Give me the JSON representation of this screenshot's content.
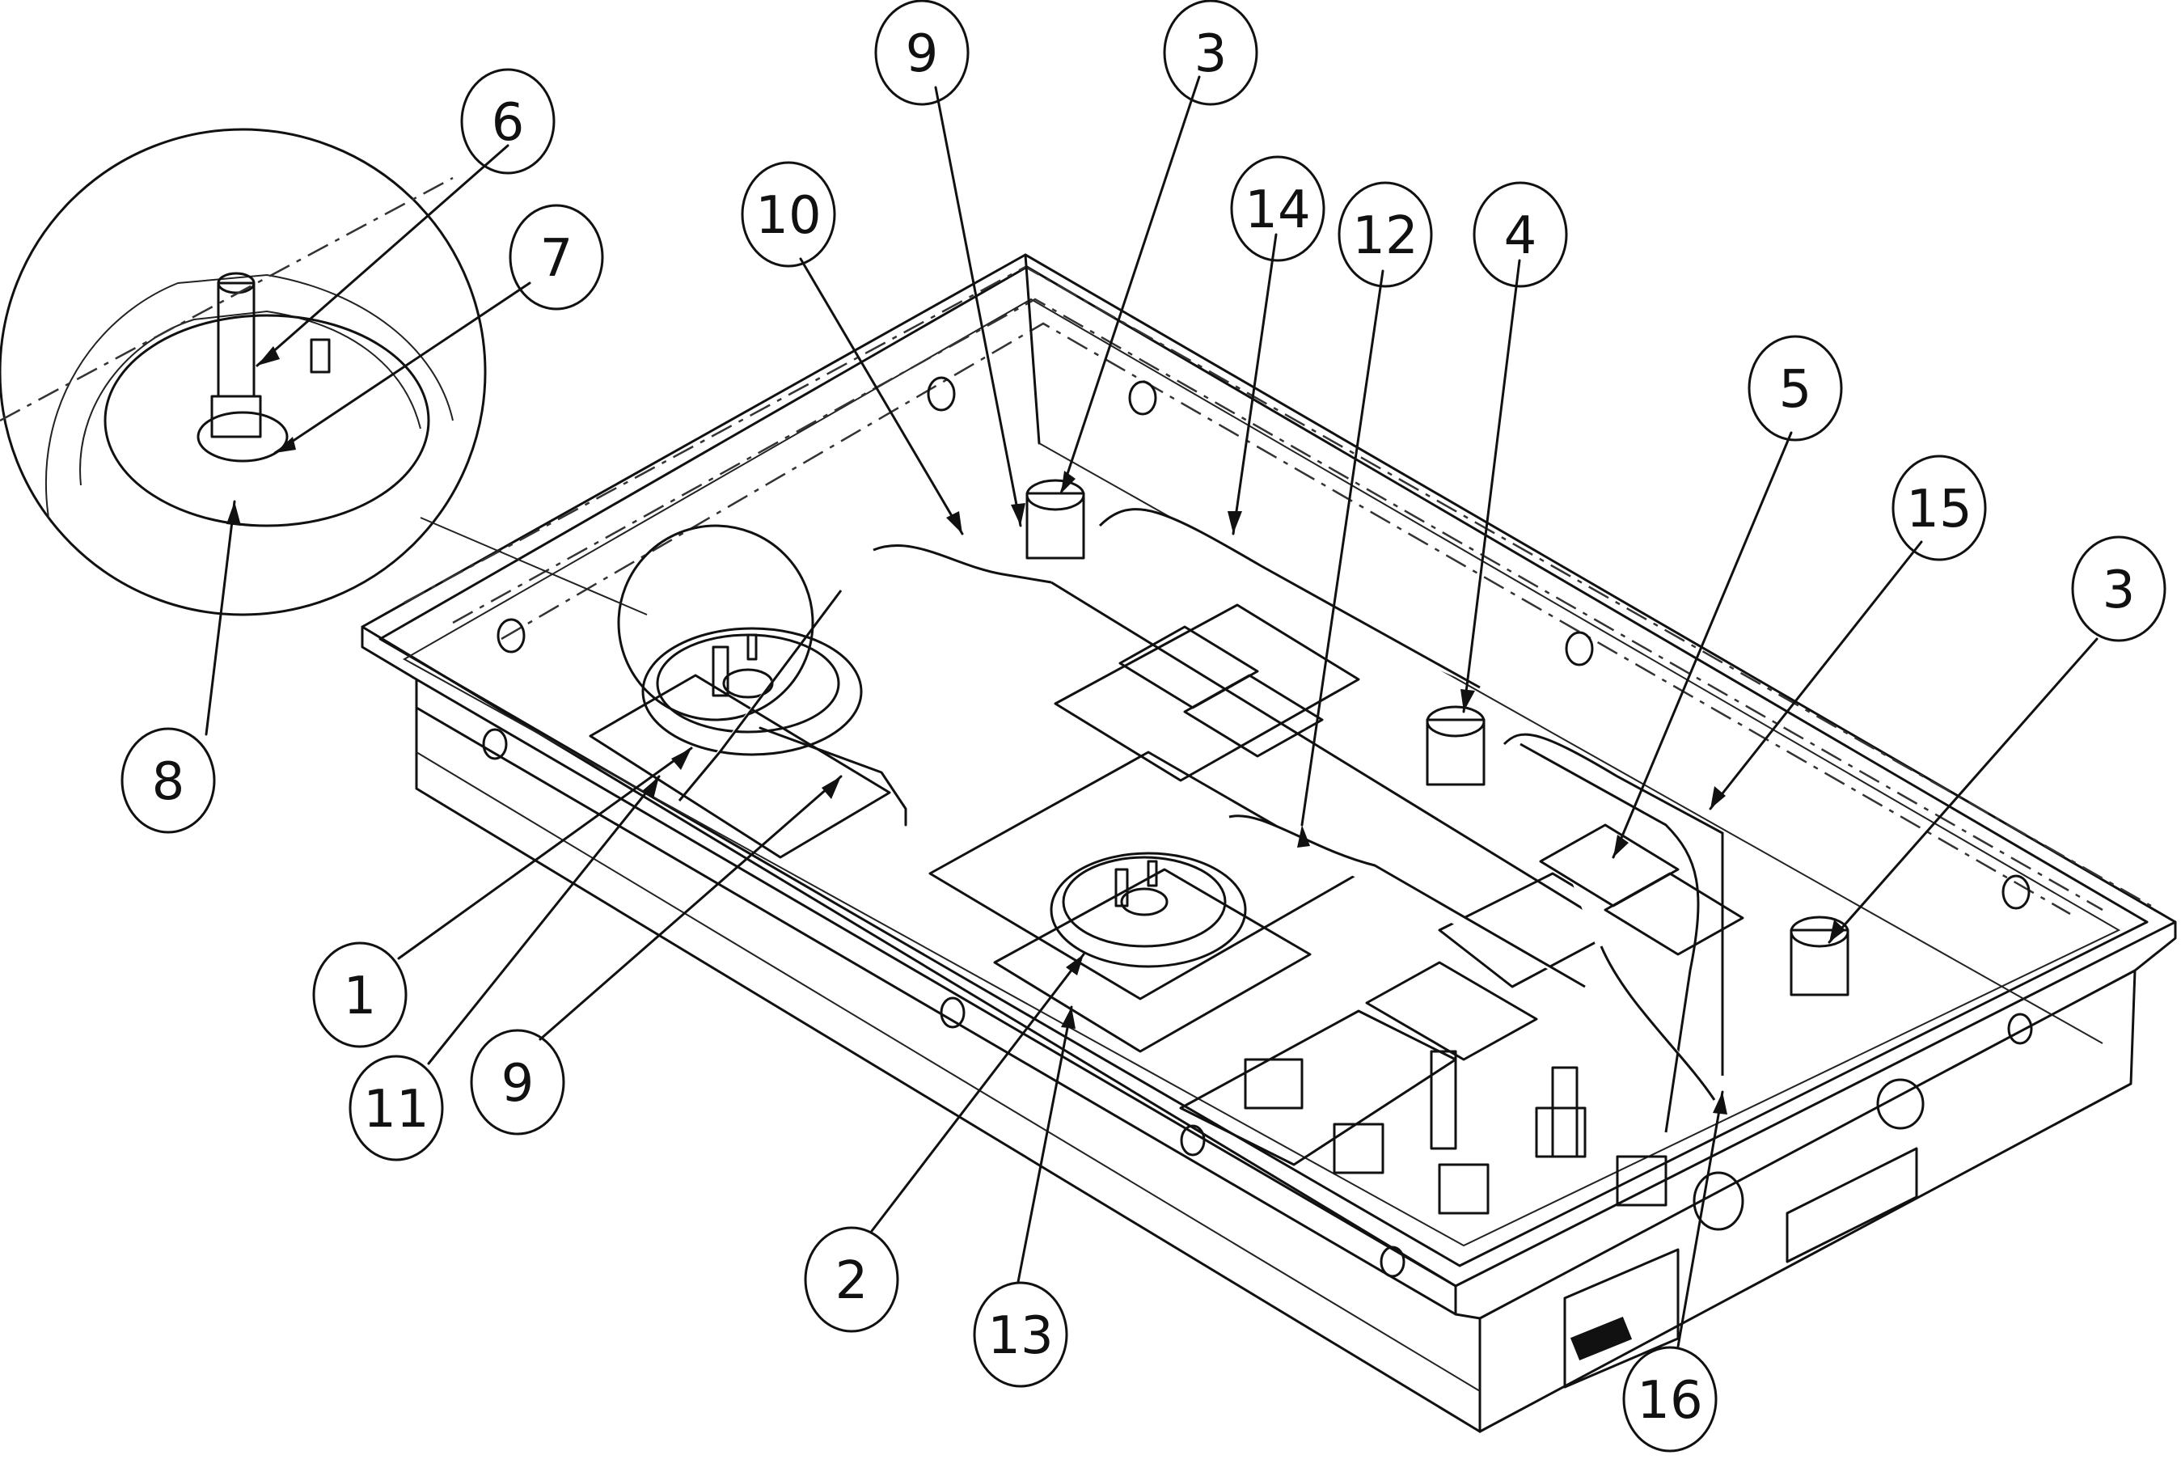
{
  "diagram": {
    "type": "exploded parts diagram",
    "callouts": [
      {
        "id": "c1",
        "label": "1"
      },
      {
        "id": "c2",
        "label": "2"
      },
      {
        "id": "c3a",
        "label": "3"
      },
      {
        "id": "c3b",
        "label": "3"
      },
      {
        "id": "c4",
        "label": "4"
      },
      {
        "id": "c5",
        "label": "5"
      },
      {
        "id": "c6",
        "label": "6"
      },
      {
        "id": "c7",
        "label": "7"
      },
      {
        "id": "c8",
        "label": "8"
      },
      {
        "id": "c9a",
        "label": "9"
      },
      {
        "id": "c9b",
        "label": "9"
      },
      {
        "id": "c10",
        "label": "10"
      },
      {
        "id": "c11",
        "label": "11"
      },
      {
        "id": "c12",
        "label": "12"
      },
      {
        "id": "c13",
        "label": "13"
      },
      {
        "id": "c14",
        "label": "14"
      },
      {
        "id": "c15",
        "label": "15"
      },
      {
        "id": "c16",
        "label": "16"
      }
    ]
  }
}
